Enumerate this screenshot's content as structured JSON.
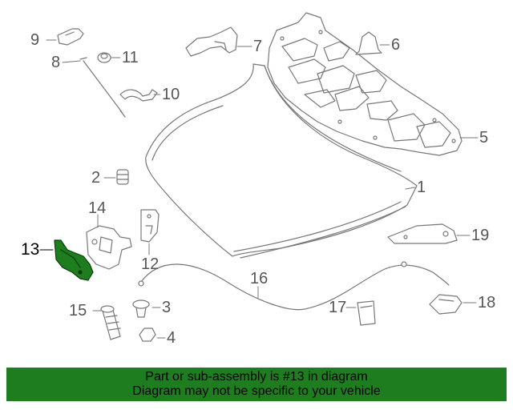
{
  "diagram": {
    "callouts": [
      {
        "id": "1",
        "label": "1"
      },
      {
        "id": "2",
        "label": "2"
      },
      {
        "id": "3",
        "label": "3"
      },
      {
        "id": "4",
        "label": "4"
      },
      {
        "id": "5",
        "label": "5"
      },
      {
        "id": "6",
        "label": "6"
      },
      {
        "id": "7",
        "label": "7"
      },
      {
        "id": "8",
        "label": "8"
      },
      {
        "id": "9",
        "label": "9"
      },
      {
        "id": "10",
        "label": "10"
      },
      {
        "id": "11",
        "label": "11"
      },
      {
        "id": "12",
        "label": "12"
      },
      {
        "id": "13",
        "label": "13"
      },
      {
        "id": "14",
        "label": "14"
      },
      {
        "id": "15",
        "label": "15"
      },
      {
        "id": "16",
        "label": "16"
      },
      {
        "id": "17",
        "label": "17"
      },
      {
        "id": "18",
        "label": "18"
      },
      {
        "id": "19",
        "label": "19"
      }
    ],
    "highlighted_part": "13",
    "highlight_color": "#1e7d1e",
    "line_color": "#777777"
  },
  "banner": {
    "line1": "Part or sub-assembly is #13 in diagram",
    "line2": "Diagram may not be specific to your vehicle",
    "background": "#1e7d1e"
  }
}
